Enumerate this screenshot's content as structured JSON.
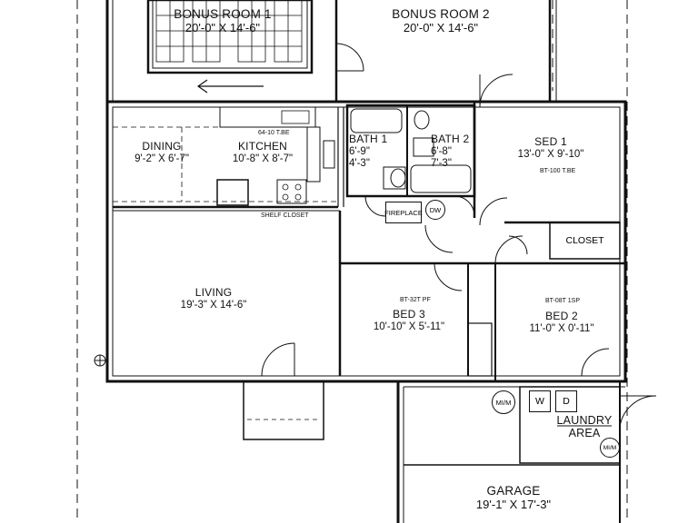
{
  "rooms": {
    "bonus1": {
      "name": "BONUS ROOM 1",
      "dims": "20'-0\" X 14'-6\""
    },
    "bonus2": {
      "name": "BONUS ROOM 2",
      "dims": "20'-0\" X 14'-6\""
    },
    "dining": {
      "name": "DINING",
      "dims": "9'-2\" X 6'-7\""
    },
    "kitchen": {
      "name": "KITCHEN",
      "dims": "10'-8\" X 8'-7\""
    },
    "bath1": {
      "name": "BATH 1",
      "dims1": "6'-9\"",
      "dims2": "4'-3\""
    },
    "bath2": {
      "name": "BATH 2",
      "dims1": "6'-8\"",
      "dims2": "7'-3\""
    },
    "bed1": {
      "name": "SED 1",
      "dims": "13'-0\" X 9'-10\""
    },
    "closet": {
      "name": "CLOSET"
    },
    "living": {
      "name": "LIVING",
      "dims": "19'-3\" X 14'-6\""
    },
    "bed3": {
      "name": "BED 3",
      "dims": "10'-10\" X 5'-11\""
    },
    "bed2": {
      "name": "BED 2",
      "dims": "11'-0\" X 0'-11\""
    },
    "laundry": {
      "name": "LAUNDRY",
      "name2": "AREA"
    },
    "garage": {
      "name": "GARAGE",
      "dims": "19'-1\" X 17'-3\""
    }
  },
  "fixtures": {
    "fireplace": "FIREPLACE",
    "dw": "DW",
    "washer": "W",
    "dryer": "D",
    "mim_left": "MI/M",
    "mim_right": "MI/M",
    "kitchen_tag_top": "64-10 T.BE",
    "kitchen_tag_bottom": "SHELF CLOSET",
    "bed1_tag": "BT-100 T.BE",
    "bed3_tag": "BT-32T PF",
    "bed2_tag": "BT-08T 1SP"
  },
  "colors": {
    "line": "#111111",
    "background": "#ffffff"
  }
}
